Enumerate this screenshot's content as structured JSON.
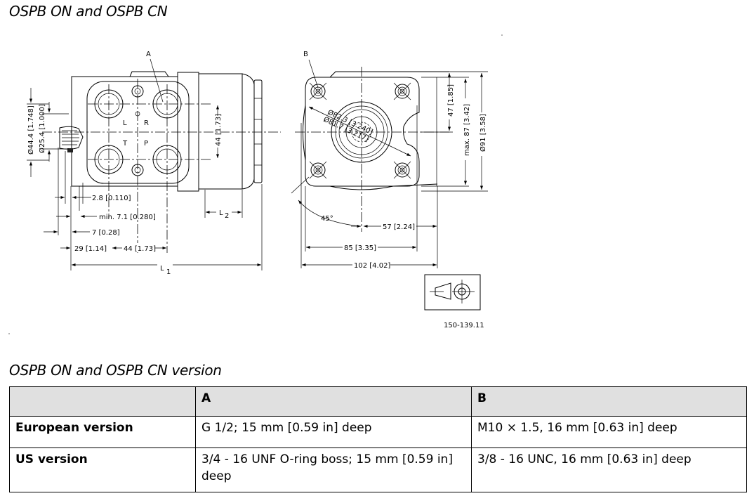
{
  "title": "OSPB ON and OSPB CN",
  "drawing": {
    "side_view": {
      "label_port": "A",
      "port_labels": [
        "L",
        "R",
        "T",
        "P"
      ],
      "dims": {
        "dia_outer": "Ø44.4 [1.748]",
        "dia_inner": "Ø25.4 [1.000]",
        "port_spacing_v": "44 [1.73]",
        "d_2_8": "2.8 [0.110]",
        "d_min_7_1": "min. 7.1 [0.280]",
        "d_7": "7 [0.28]",
        "d_29": "29 [1.14]",
        "d_44": "44 [1.73]",
        "L1": "L",
        "L1_sub": "1",
        "L2": "L",
        "L2_sub": "2"
      }
    },
    "front_view": {
      "label_port": "B",
      "dims": {
        "dia_82_3": "Ø82.3 [3.240]",
        "dia_81_7": "Ø81.7 [3.217]",
        "d_47": "47 [1.85]",
        "d_max87": "max. 87 [3.42]",
        "dia_91": "Ø91 [3.58]",
        "angle": "45°",
        "d_57": "57 [2.24]",
        "d_85": "85 [3.35]",
        "d_102": "102 [4.02]"
      }
    },
    "figure_number": "150-139.11"
  },
  "table": {
    "title": "OSPB ON and OSPB CN version",
    "headers": [
      "",
      "A",
      "B"
    ],
    "rows": [
      {
        "label": "European version",
        "a": "G 1/2; 15 mm [0.59 in] deep",
        "b": "M10 × 1.5, 16 mm [0.63 in] deep"
      },
      {
        "label": "US version",
        "a": "3/4 - 16 UNF O-ring boss; 15 mm [0.59 in] deep",
        "b": "3/8 - 16 UNC, 16 mm [0.63 in] deep"
      }
    ]
  }
}
